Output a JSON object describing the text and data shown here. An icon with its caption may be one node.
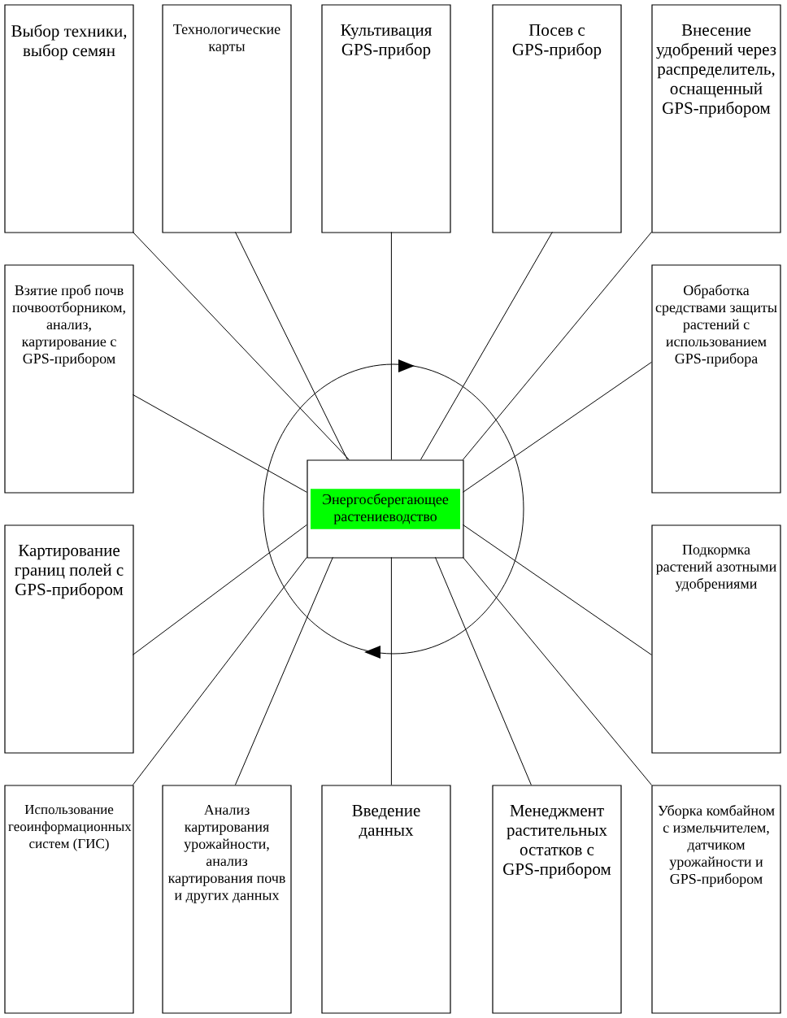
{
  "diagram": {
    "nodes": [
      {
        "text": [
          "Выбор техники, выбор семян"
        ]
      },
      {
        "text": [
          "Технологические карты"
        ]
      },
      {
        "text": [
          "Культивация GPS-прибор"
        ]
      },
      {
        "text": [
          "Посев с GPS-прибор"
        ]
      },
      {
        "text": [
          "Внесение удобрений через распределитель, оснащенный GPS-прибором"
        ]
      },
      {
        "text": [
          "Взятие проб почв почвоотборником, анализ, картирование с GPS-прибором"
        ]
      },
      {
        "text": [
          "Обработка средствами защиты растений с использованием GPS-прибора"
        ]
      },
      {
        "text": [
          "Энергосберегающее растениеводство"
        ]
      },
      {
        "text": [
          "Картирование границ полей с GPS-прибором"
        ]
      },
      {
        "text": [
          "Подкормка растений азотными удобрениями"
        ]
      },
      {
        "text": [
          "Использование геоинформационных систем (ГИС)"
        ]
      },
      {
        "text": [
          "Анализ картирования урожайности, анализ картирования почв и других данных"
        ]
      },
      {
        "text": [
          "Введение данных"
        ]
      },
      {
        "text": [
          "Менеджмент растительных остатков с GPS-прибором"
        ]
      },
      {
        "text": [
          "Уборка комбайном с измельчителем, датчиком урожайности и GPS-прибором"
        ]
      }
    ],
    "edges": [
      {
        "from": 0,
        "to": 7,
        "arrow": "none"
      },
      {
        "from": 1,
        "to": 7,
        "arrow": "none"
      },
      {
        "from": 2,
        "to": 7,
        "arrow": "none"
      },
      {
        "from": 3,
        "to": 7,
        "arrow": "none"
      },
      {
        "from": 4,
        "to": 7,
        "arrow": "none"
      },
      {
        "from": 5,
        "to": 7,
        "arrow": "none"
      },
      {
        "from": 6,
        "to": 7,
        "arrow": "none"
      },
      {
        "from": 8,
        "to": 7,
        "arrow": "none"
      },
      {
        "from": 9,
        "to": 7,
        "arrow": "none"
      },
      {
        "from": 10,
        "to": 7,
        "arrow": "none"
      },
      {
        "from": 11,
        "to": 7,
        "arrow": "none"
      },
      {
        "from": 12,
        "to": 7,
        "arrow": "none"
      },
      {
        "from": 13,
        "to": 7,
        "arrow": "none"
      },
      {
        "from": 14,
        "to": 7,
        "arrow": "none"
      }
    ]
  }
}
